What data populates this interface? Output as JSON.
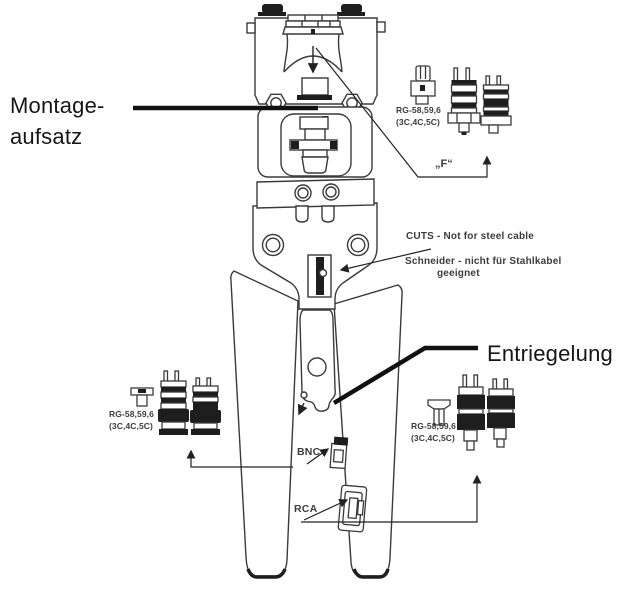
{
  "labels": {
    "montage_line1": "Montage-",
    "montage_line2": "aufsatz",
    "entriegelung": "Entriegelung",
    "cuts_en": "CUTS - Not for steel cable",
    "cuts_de_1": "Schneider - nicht für Stahlkabel",
    "cuts_de_2": "geeignet",
    "f_label": "„F“",
    "bnc": "BNC",
    "rca": "RCA",
    "rg_top_right_1": "RG-58,59,6",
    "rg_top_right_2": "(3C,4C,5C)",
    "rg_bottom_left_1": "RG-58,59,6",
    "rg_bottom_left_2": "(3C,4C,5C)",
    "rg_bottom_right_1": "RG-58,59,6",
    "rg_bottom_right_2": "(3C,4C,5C)"
  },
  "colors": {
    "background": "#ffffff",
    "line_ink": "#3a3a3a",
    "solid_ink": "#1e1e1e",
    "leader_ink": "#111111",
    "label_text": "#161616",
    "annotation_text": "#3c3c3c"
  }
}
